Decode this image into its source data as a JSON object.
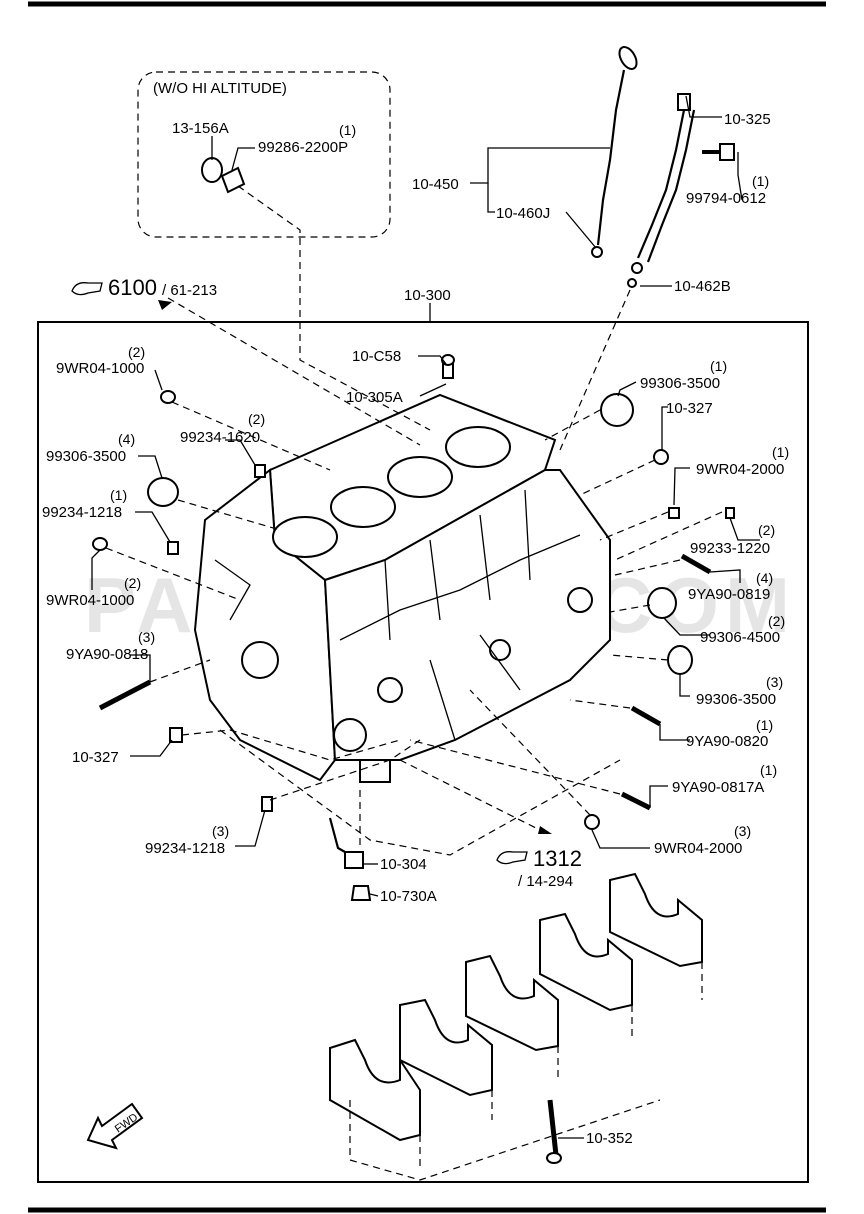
{
  "note_box": {
    "title": "(W/O HI ALTITUDE)"
  },
  "refs": [
    {
      "code": "6100",
      "sub": "/ 61-213"
    },
    {
      "code": "1312",
      "sub": "/ 14-294"
    }
  ],
  "fwd_label": "FWD",
  "watermark": "PARTSOUQ.COM",
  "labels": {
    "l13_156a": "13-156A",
    "l99286": "99286-2200P",
    "q99286": "(1)",
    "l10_325": "10-325",
    "l99794": "99794-0612",
    "q99794": "(1)",
    "l10_450": "10-450",
    "l10_460j": "10-460J",
    "l10_462b": "10-462B",
    "l10_300": "10-300",
    "l10_c58": "10-C58",
    "l10_305a": "10-305A",
    "l9wr04_1000_a": "9WR04-1000",
    "q9wr04_1000_a": "(2)",
    "l99234_1620": "99234-1620",
    "q99234_1620": "(2)",
    "l99306_3500_a": "99306-3500",
    "q99306_3500_a": "(4)",
    "l99234_1218_a": "99234-1218",
    "q99234_1218_a": "(1)",
    "l9wr04_1000_b": "9WR04-1000",
    "q9wr04_1000_b": "(2)",
    "l9ya90_0818": "9YA90-0818",
    "q9ya90_0818": "(3)",
    "l10_327_a": "10-327",
    "l99234_1218_b": "99234-1218",
    "q99234_1218_b": "(3)",
    "l99306_3500_b": "99306-3500",
    "q99306_3500_b": "(1)",
    "l10_327_b": "10-327",
    "l9wr04_2000_a": "9WR04-2000",
    "q9wr04_2000_a": "(1)",
    "l99233_1220": "99233-1220",
    "q99233_1220": "(2)",
    "l9ya90_0819": "9YA90-0819",
    "q9ya90_0819": "(4)",
    "l99306_4500": "99306-4500",
    "q99306_4500": "(2)",
    "l99306_3500_c": "99306-3500",
    "q99306_3500_c": "(3)",
    "l9ya90_0820": "9YA90-0820",
    "q9ya90_0820": "(1)",
    "l9ya90_0817a": "9YA90-0817A",
    "q9ya90_0817a": "(1)",
    "l9wr04_2000_b": "9WR04-2000",
    "q9wr04_2000_b": "(3)",
    "l10_304": "10-304",
    "l10_730a": "10-730A",
    "l10_352": "10-352"
  }
}
